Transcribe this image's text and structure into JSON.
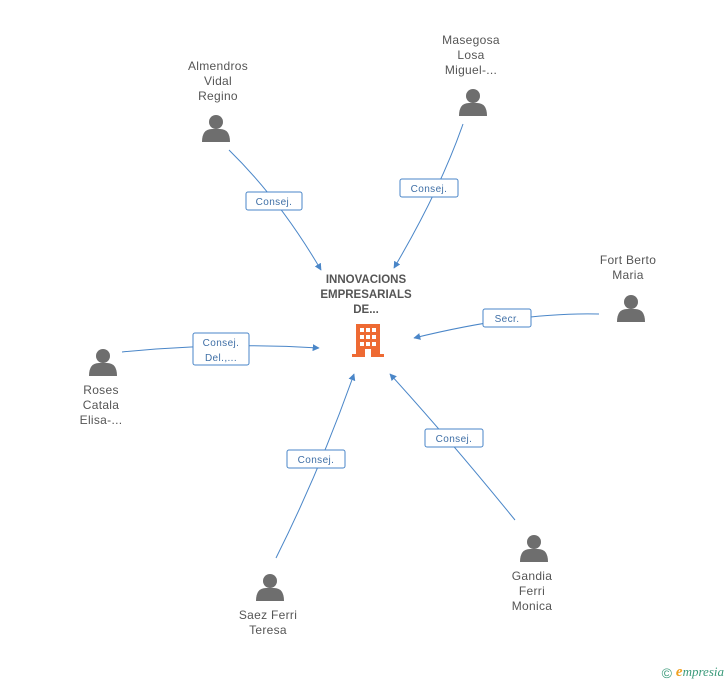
{
  "center": {
    "name_lines": [
      "INNOVACIONS",
      "EMPRESARIALS",
      "DE..."
    ]
  },
  "people": [
    {
      "name_lines": [
        "Almendros",
        "Vidal",
        "Regino"
      ],
      "role_lines": [
        "Consej."
      ]
    },
    {
      "name_lines": [
        "Masegosa",
        "Losa",
        "Miguel-..."
      ],
      "role_lines": [
        "Consej."
      ]
    },
    {
      "name_lines": [
        "Fort Berto",
        "Maria"
      ],
      "role_lines": [
        "Secr."
      ]
    },
    {
      "name_lines": [
        "Roses",
        "Catala",
        "Elisa-..."
      ],
      "role_lines": [
        "Consej.",
        "Del.,..."
      ]
    },
    {
      "name_lines": [
        "Saez Ferri",
        "Teresa"
      ],
      "role_lines": [
        "Consej."
      ]
    },
    {
      "name_lines": [
        "Gandia",
        "Ferri",
        "Monica"
      ],
      "role_lines": [
        "Consej."
      ]
    }
  ],
  "footer": {
    "copyright_symbol": "©",
    "brand_initial": "e",
    "brand_rest": "mpresia"
  },
  "colors": {
    "edge": "#4a86c8",
    "person_icon": "#6e6e6e",
    "company_icon": "#ee6a33",
    "brand": "#3a9a7a"
  }
}
